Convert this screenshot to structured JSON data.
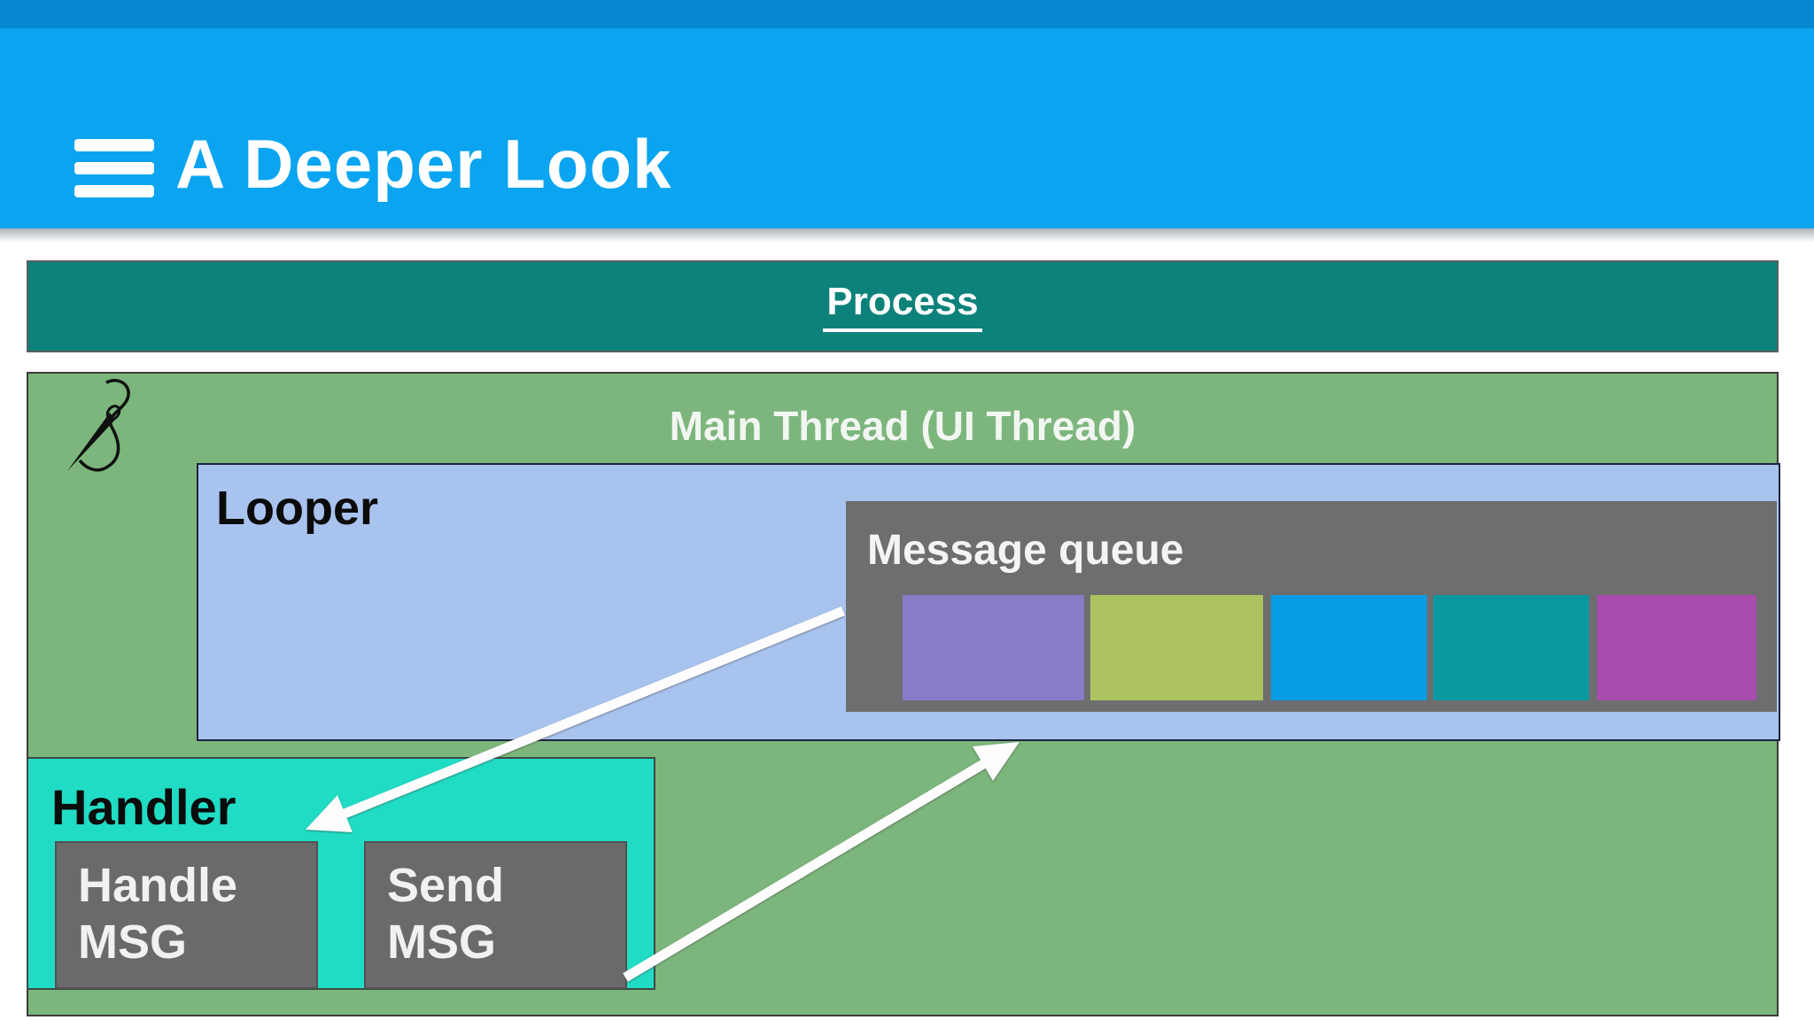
{
  "header": {
    "title": "A Deeper Look",
    "bg": "#0aa4f0",
    "top_strip_bg": "#0787cf",
    "menu_icon": "hamburger-icon"
  },
  "process": {
    "label": "Process",
    "bg": "#0d827a",
    "icon": "thread-spool-icon",
    "text_color": "#ffffff"
  },
  "main_thread": {
    "label": "Main Thread (UI Thread)",
    "bg": "#7cb67c",
    "icon": "needle-thread-icon"
  },
  "looper": {
    "label": "Looper",
    "bg": "#a9c3ef"
  },
  "message_queue": {
    "label": "Message queue",
    "bg": "#6e6e6e",
    "blocks": [
      {
        "name": "message-1",
        "color": "#897bc7"
      },
      {
        "name": "message-2",
        "color": "#adc360"
      },
      {
        "name": "message-3",
        "color": "#089de3"
      },
      {
        "name": "message-4",
        "color": "#0997a0"
      },
      {
        "name": "message-5",
        "color": "#a84caf"
      }
    ]
  },
  "handler": {
    "label": "Handler",
    "bg": "#20dcc4",
    "buttons": [
      {
        "label": "Handle MSG",
        "bg": "#6a6a6a"
      },
      {
        "label": "Send MSG",
        "bg": "#6a6a6a"
      }
    ]
  },
  "arrows": {
    "color": "#ffffff",
    "queue_to_handler": "message queue to handler",
    "send_to_queue": "send msg to message queue"
  }
}
